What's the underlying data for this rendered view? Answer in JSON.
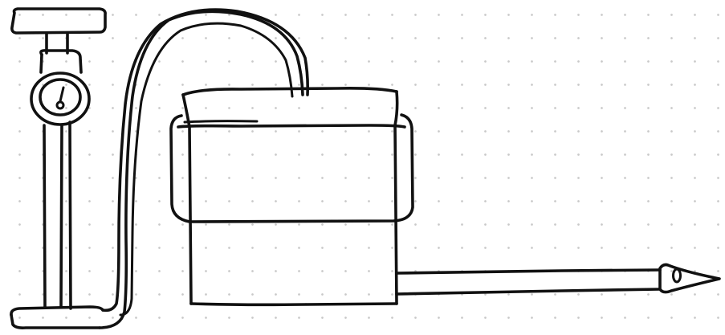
{
  "sketch": {
    "background": "#ffffff",
    "dot_grid_color": "#c9c9c9",
    "ink_color": "#111111",
    "components": [
      "pump-handle",
      "pump-gauge",
      "pump-barrel",
      "pump-footplate",
      "hose",
      "tank-lid",
      "tank-band",
      "tank-body",
      "outlet-pipe",
      "nozzle-tip"
    ]
  }
}
